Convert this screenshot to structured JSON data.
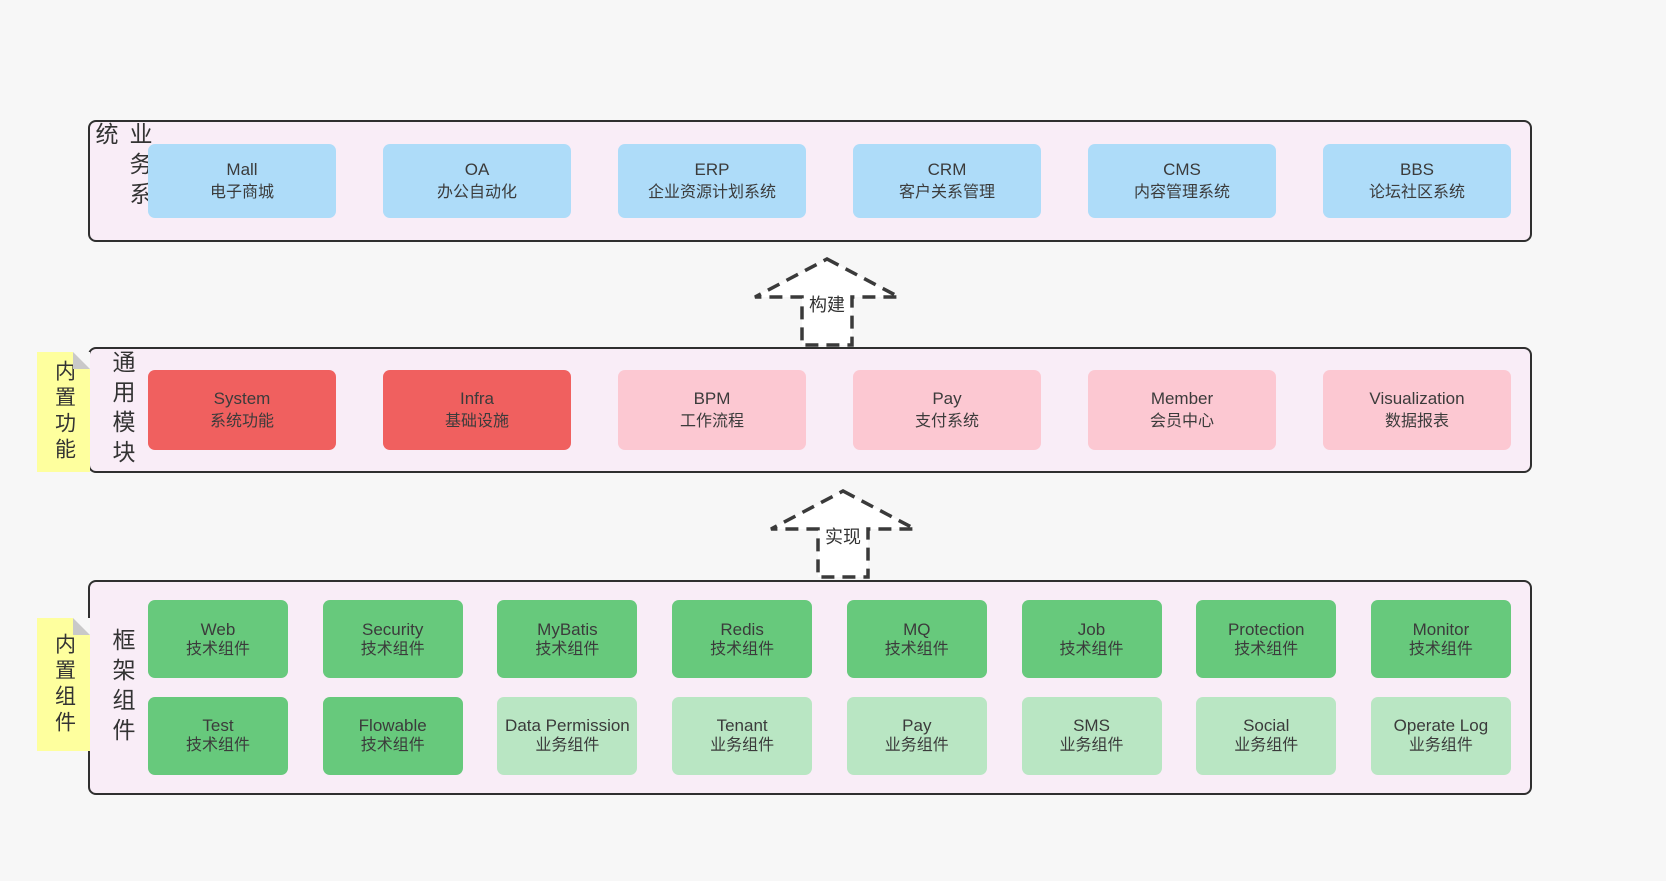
{
  "colors": {
    "page_bg": "#f7f7f7",
    "container_bg": "#f9edf7",
    "container_border": "#2f2f2f",
    "blue": "#aedcf9",
    "red": "#f0605f",
    "pink": "#fcc8d2",
    "green_dark": "#67c97c",
    "green_light": "#b9e6c3",
    "yellow": "#feff9e",
    "text": "#3b3b3b"
  },
  "arrows": [
    {
      "id": "build",
      "label": "构建"
    },
    {
      "id": "implement",
      "label": "实现"
    }
  ],
  "sections": {
    "business": {
      "label": "业务系统",
      "items": [
        {
          "name": "Mall",
          "desc": "电子商城",
          "variant": "blue"
        },
        {
          "name": "OA",
          "desc": "办公自动化",
          "variant": "blue"
        },
        {
          "name": "ERP",
          "desc": "企业资源计划系统",
          "variant": "blue"
        },
        {
          "name": "CRM",
          "desc": "客户关系管理",
          "variant": "blue"
        },
        {
          "name": "CMS",
          "desc": "内容管理系统",
          "variant": "blue"
        },
        {
          "name": "BBS",
          "desc": "论坛社区系统",
          "variant": "blue"
        }
      ]
    },
    "modules": {
      "label": "通用模块",
      "note": "内置功能",
      "items": [
        {
          "name": "System",
          "desc": "系统功能",
          "variant": "red"
        },
        {
          "name": "Infra",
          "desc": "基础设施",
          "variant": "red"
        },
        {
          "name": "BPM",
          "desc": "工作流程",
          "variant": "pink"
        },
        {
          "name": "Pay",
          "desc": "支付系统",
          "variant": "pink"
        },
        {
          "name": "Member",
          "desc": "会员中心",
          "variant": "pink"
        },
        {
          "name": "Visualization",
          "desc": "数据报表",
          "variant": "pink"
        }
      ]
    },
    "framework": {
      "label": "框架组件",
      "note": "内置组件",
      "rows": [
        [
          {
            "name": "Web",
            "desc": "技术组件",
            "variant": "green-dark"
          },
          {
            "name": "Security",
            "desc": "技术组件",
            "variant": "green-dark"
          },
          {
            "name": "MyBatis",
            "desc": "技术组件",
            "variant": "green-dark"
          },
          {
            "name": "Redis",
            "desc": "技术组件",
            "variant": "green-dark"
          },
          {
            "name": "MQ",
            "desc": "技术组件",
            "variant": "green-dark"
          },
          {
            "name": "Job",
            "desc": "技术组件",
            "variant": "green-dark"
          },
          {
            "name": "Protection",
            "desc": "技术组件",
            "variant": "green-dark"
          },
          {
            "name": "Monitor",
            "desc": "技术组件",
            "variant": "green-dark"
          }
        ],
        [
          {
            "name": "Test",
            "desc": "技术组件",
            "variant": "green-dark"
          },
          {
            "name": "Flowable",
            "desc": "技术组件",
            "variant": "green-dark"
          },
          {
            "name": "Data Permission",
            "desc": "业务组件",
            "variant": "green-light"
          },
          {
            "name": "Tenant",
            "desc": "业务组件",
            "variant": "green-light"
          },
          {
            "name": "Pay",
            "desc": "业务组件",
            "variant": "green-light"
          },
          {
            "name": "SMS",
            "desc": "业务组件",
            "variant": "green-light"
          },
          {
            "name": "Social",
            "desc": "业务组件",
            "variant": "green-light"
          },
          {
            "name": "Operate Log",
            "desc": "业务组件",
            "variant": "green-light"
          }
        ]
      ]
    }
  }
}
